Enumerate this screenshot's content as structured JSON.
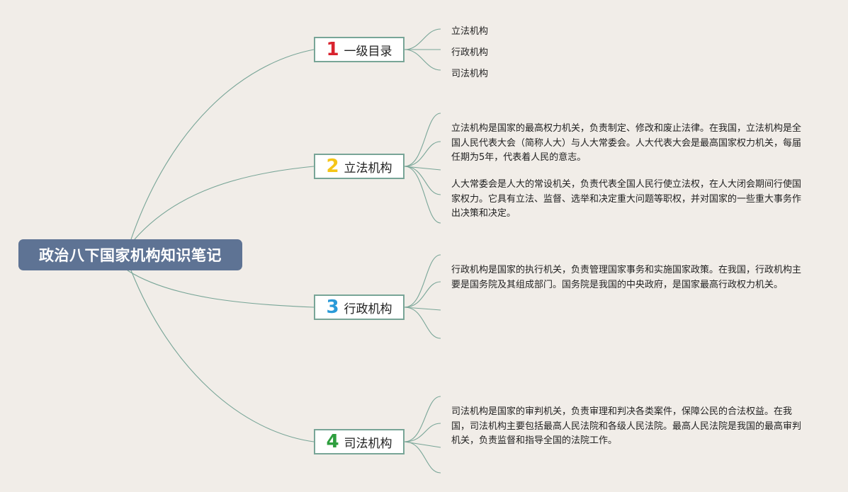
{
  "root": {
    "title": "政治八下国家机构知识笔记"
  },
  "branches": [
    {
      "num": "1",
      "label": "一级目录",
      "color": "#d9232e"
    },
    {
      "num": "2",
      "label": "立法机构",
      "color": "#f5c518"
    },
    {
      "num": "3",
      "label": "行政机构",
      "color": "#2a9ad8"
    },
    {
      "num": "4",
      "label": "司法机构",
      "color": "#2e9e3e"
    }
  ],
  "toc": [
    "立法机构",
    "行政机构",
    "司法机构"
  ],
  "notes": {
    "legislative_1": "立法机构是国家的最高权力机关，负责制定、修改和废止法律。在我国，立法机构是全国人民代表大会（简称人大）与人大常委会。人大代表大会是最高国家权力机关，每届任期为5年，代表着人民的意志。",
    "legislative_2": "人大常委会是人大的常设机关，负责代表全国人民行使立法权，在人大闭会期间行使国家权力。它具有立法、监督、选举和决定重大问题等职权，并对国家的一些重大事务作出决策和决定。",
    "executive": "行政机构是国家的执行机关，负责管理国家事务和实施国家政策。在我国，行政机构主要是国务院及其组成部门。国务院是我国的中央政府，是国家最高行政权力机关。",
    "judicial": "司法机构是国家的审判机关，负责审理和判决各类案件，保障公民的合法权益。在我国，司法机构主要包括最高人民法院和各级人民法院。最高人民法院是我国的最高审判机关，负责监督和指导全国的法院工作。"
  },
  "colors": {
    "background": "#f1ede8",
    "root": "#5e7394",
    "line": "#78a597"
  }
}
